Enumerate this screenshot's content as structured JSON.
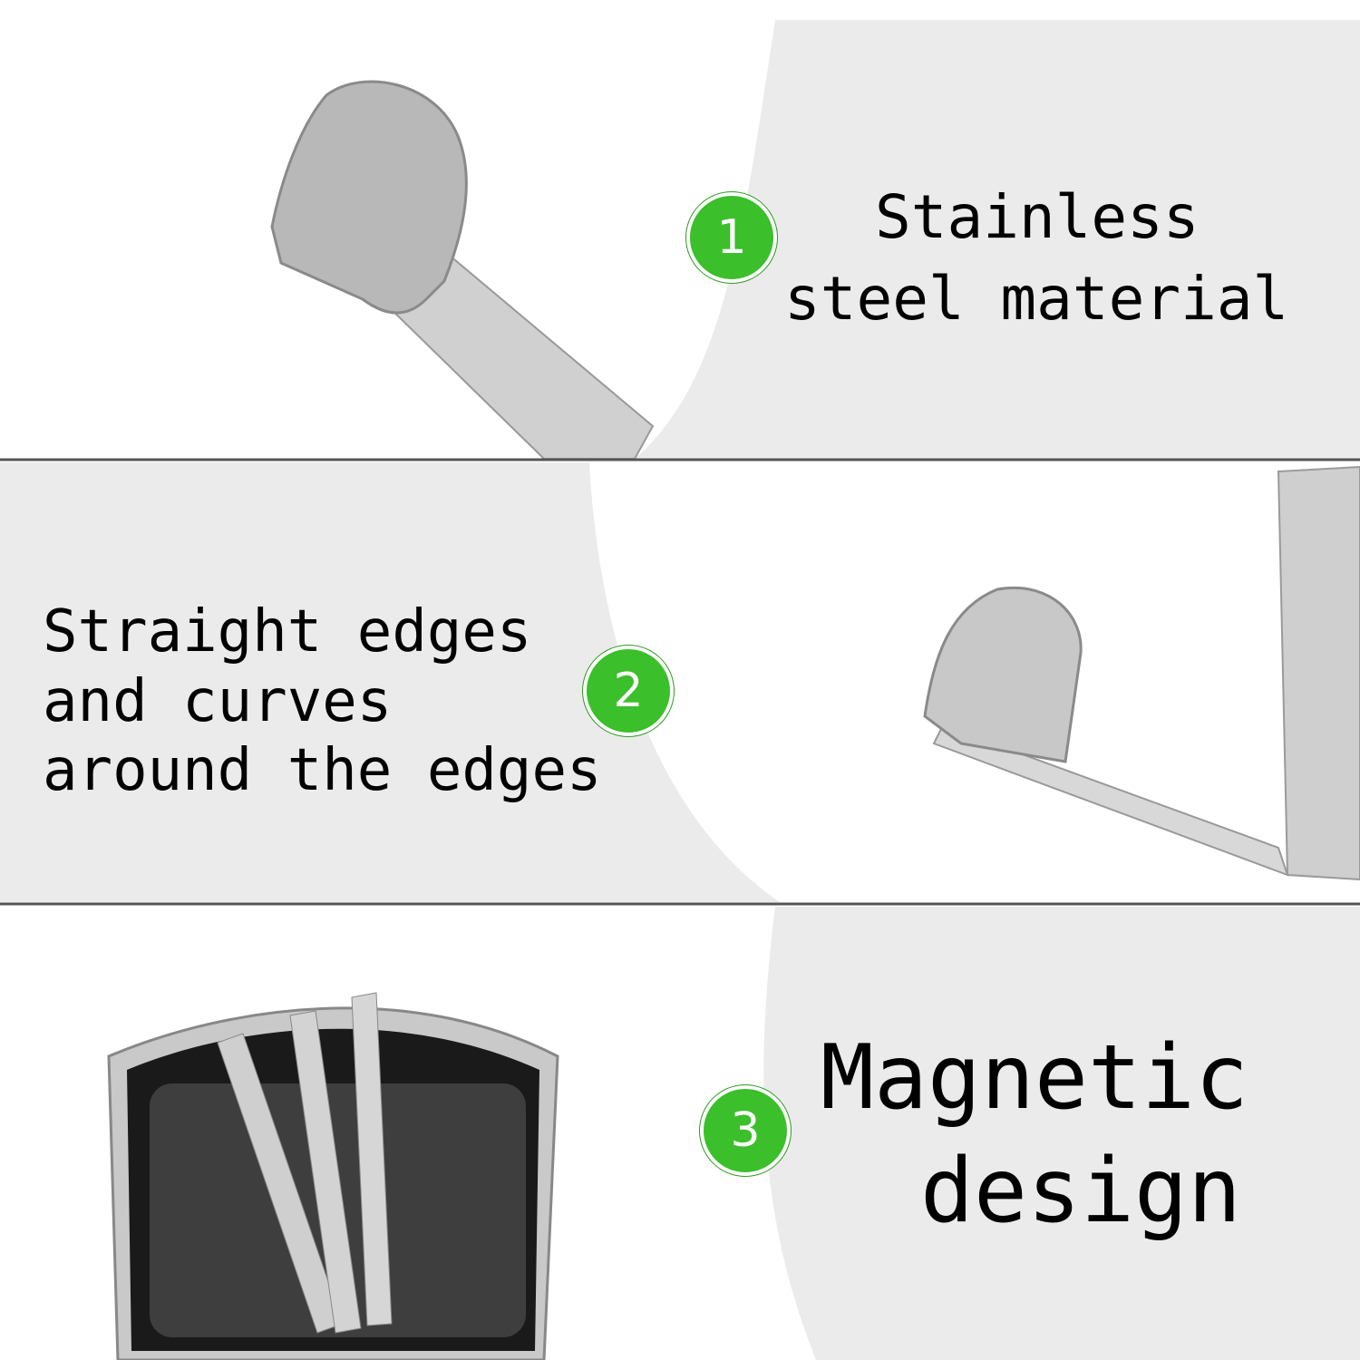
{
  "panels": [
    {
      "number": "1",
      "lines": [
        "Stainless",
        "steel material"
      ]
    },
    {
      "number": "2",
      "lines": [
        "Straight edges",
        "and curves",
        "around the edges"
      ]
    },
    {
      "number": "3",
      "lines": [
        "Magnetic",
        "design"
      ]
    }
  ],
  "colors": {
    "accent": "#3bbf2a",
    "panel_grey": "#ebebeb",
    "divider": "#555555"
  }
}
